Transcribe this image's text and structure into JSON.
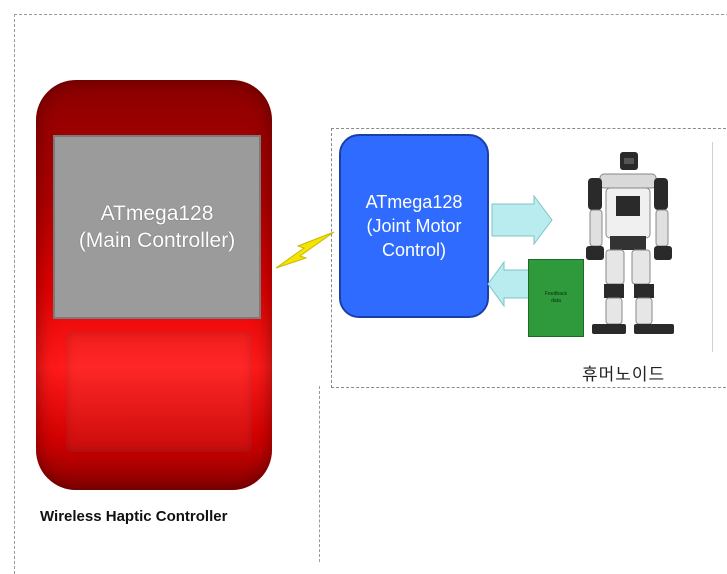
{
  "controller": {
    "screen_line1": "ATmega128",
    "screen_line2": "(Main Controller)",
    "caption": "Wireless Haptic Controller",
    "body_color": "#e00000",
    "screen_color": "#9b9b9b"
  },
  "joint": {
    "line1": "ATmega128",
    "line2": "(Joint Motor",
    "line3": "Control)",
    "color": "#2f6bff"
  },
  "feedback": {
    "line1": "Feedback",
    "line2": "data",
    "color": "#2e9a3c"
  },
  "humanoid": {
    "label": "휴머노이드",
    "icon": "humanoid-robot-icon"
  },
  "links": {
    "wireless_icon": "lightning-bolt-icon",
    "arrow_color": "#b9ecee"
  }
}
